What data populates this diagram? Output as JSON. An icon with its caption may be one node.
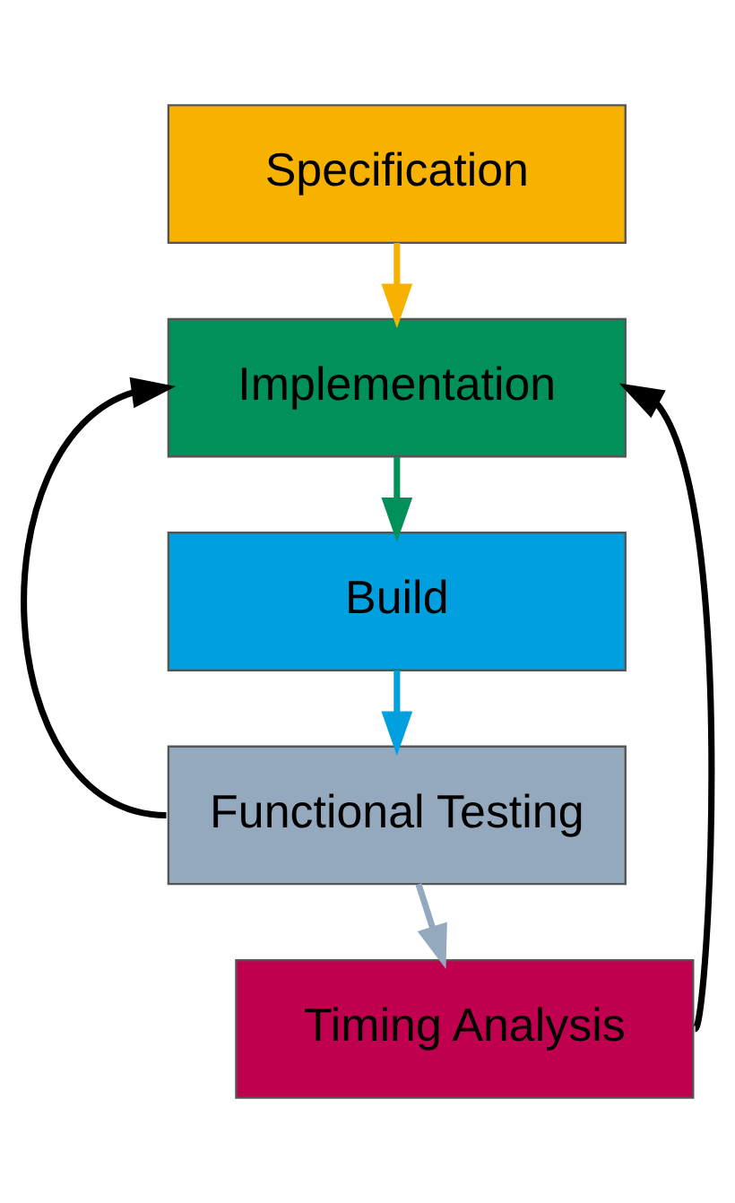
{
  "diagram": {
    "nodes": [
      {
        "text": [
          "Specification"
        ]
      },
      {
        "text": [
          "Implementation"
        ]
      },
      {
        "text": [
          "Build"
        ]
      },
      {
        "text": [
          "Functional Testing"
        ]
      },
      {
        "text": [
          "Timing Analysis"
        ]
      }
    ],
    "edges": [
      {
        "from": 0,
        "to": 1,
        "arrow": "to",
        "color": "#f7b200"
      },
      {
        "from": 1,
        "to": 2,
        "arrow": "to",
        "color": "#00915a"
      },
      {
        "from": 2,
        "to": 3,
        "arrow": "to",
        "color": "#00a0e0"
      },
      {
        "from": 3,
        "to": 4,
        "arrow": "to",
        "color": "#94a9bd"
      },
      {
        "from": 3,
        "to": 1,
        "arrow": "to"
      },
      {
        "from": 4,
        "to": 1,
        "arrow": "to"
      }
    ]
  }
}
